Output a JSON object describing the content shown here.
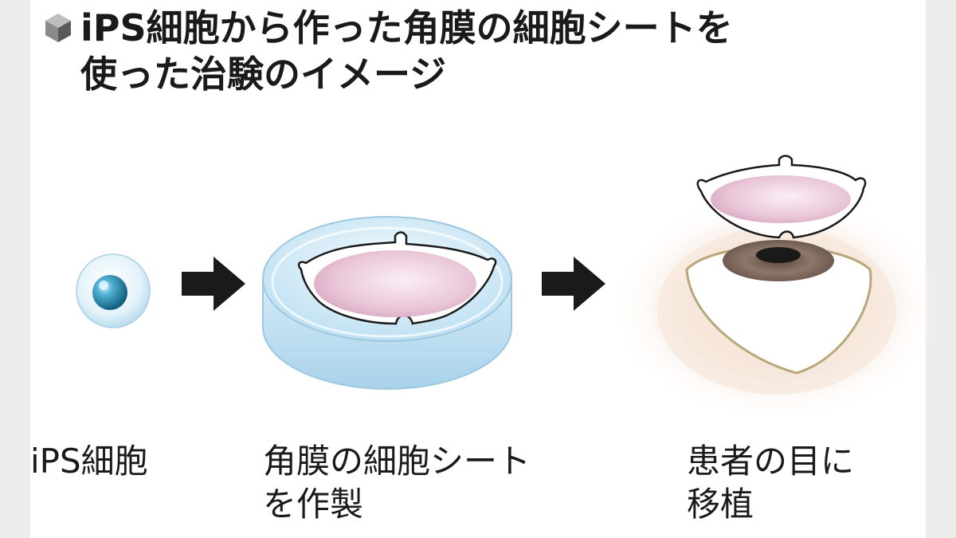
{
  "title": {
    "line1": "iPS細胞から作った角膜の細胞シートを",
    "line2": "使った治験のイメージ",
    "icon": "cube-bullet-icon"
  },
  "steps": [
    {
      "label_line1": "iPS細胞",
      "label_line2": "",
      "icon": "ips-cell-icon"
    },
    {
      "label_line1": "角膜の細胞シート",
      "label_line2": "を作製",
      "icon": "petri-dish-cell-sheet-icon"
    },
    {
      "label_line1": "患者の目に",
      "label_line2": "移植",
      "icon": "eye-transplant-icon"
    }
  ],
  "arrows": [
    "right-arrow-icon",
    "right-arrow-icon"
  ],
  "colors": {
    "text": "#1a1a1a",
    "dish": "#bfe0f2",
    "sheet": "#e6c3d6",
    "cell_nucleus": "#2a8fb5",
    "iris": "#8a7466",
    "eye_glow": "#f7e8dc"
  }
}
